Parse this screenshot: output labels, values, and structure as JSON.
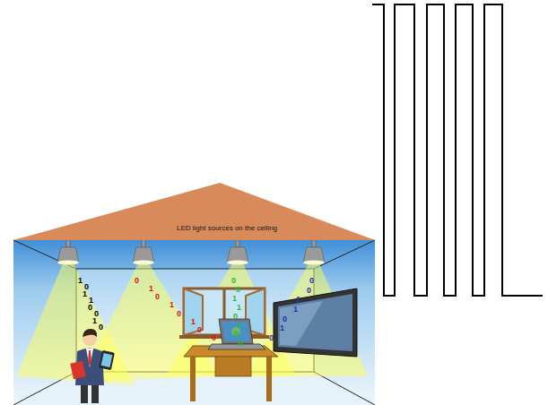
{
  "diagram": {
    "nodes": [
      {
        "text": [
          "LED light sources on the ceiling"
        ]
      }
    ],
    "labels": [
      "1",
      "0",
      "1",
      "1",
      "0",
      "0",
      "1",
      "0",
      "0",
      "1",
      "0",
      "1",
      "0",
      "1",
      "0",
      "0",
      "0",
      "0",
      "1",
      "1",
      "0",
      "1",
      "0",
      "0",
      "0",
      "0",
      "1",
      "1",
      "0",
      "1",
      "0"
    ]
  }
}
